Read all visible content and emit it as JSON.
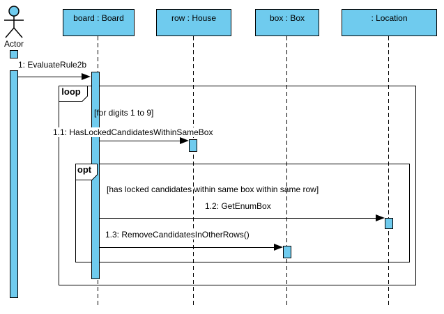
{
  "diagram": {
    "type": "uml-sequence-diagram",
    "actor": {
      "label": "Actor"
    },
    "lifelines": [
      {
        "name": "board",
        "label": "board : Board"
      },
      {
        "name": "row",
        "label": "row : House"
      },
      {
        "name": "box",
        "label": "box : Box"
      },
      {
        "name": "location",
        "label": ": Location"
      }
    ],
    "messages": [
      {
        "seq": "1",
        "label": "1: EvaluateRule2b",
        "from": "Actor",
        "to": "board : Board"
      },
      {
        "seq": "1.1",
        "label": "1.1: HasLockedCandidatesWithinSameBox",
        "from": "board : Board",
        "to": "row : House"
      },
      {
        "seq": "1.2",
        "label": "1.2: GetEnumBox",
        "from": "board : Board",
        "to": ": Location"
      },
      {
        "seq": "1.3",
        "label": "1.3: RemoveCandidatesInOtherRows()",
        "from": "board : Board",
        "to": "box : Box"
      }
    ],
    "frames": [
      {
        "operator": "loop",
        "guard": "[for digits 1 to 9]"
      },
      {
        "operator": "opt",
        "guard": "[has locked candidates within same box within same row]"
      }
    ],
    "colors": {
      "lifeline_fill": "#6FCBEE",
      "border": "#000000",
      "background": "#FFFFFF"
    }
  }
}
